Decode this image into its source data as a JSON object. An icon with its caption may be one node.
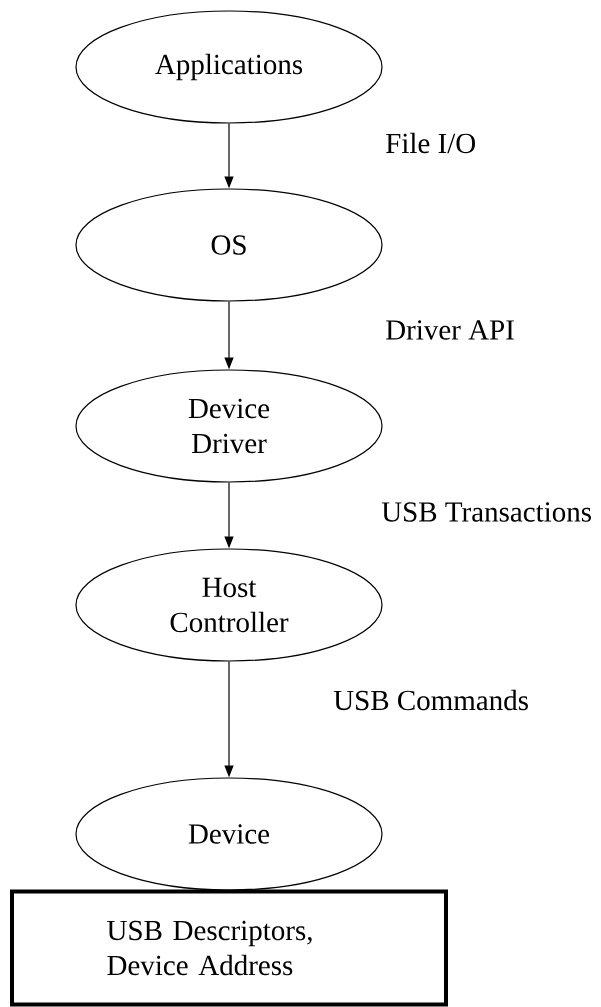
{
  "diagram": {
    "nodes": [
      {
        "text": [
          "Applications"
        ]
      },
      {
        "text": [
          "OS"
        ]
      },
      {
        "text": [
          "Device Driver"
        ]
      },
      {
        "text": [
          "Host Controller"
        ]
      },
      {
        "text": [
          "Device"
        ]
      },
      {
        "text": [
          "USB Descriptors, Device Address"
        ]
      }
    ],
    "edges": [
      {
        "from": 0,
        "to": 1,
        "arrow": "to"
      },
      {
        "from": 1,
        "to": 2,
        "arrow": "to"
      },
      {
        "from": 2,
        "to": 3,
        "arrow": "to"
      },
      {
        "from": 3,
        "to": 4,
        "arrow": "to"
      }
    ],
    "labels": [
      "File I/O",
      "Driver API",
      "USB Transactions",
      "USB Commands"
    ]
  }
}
